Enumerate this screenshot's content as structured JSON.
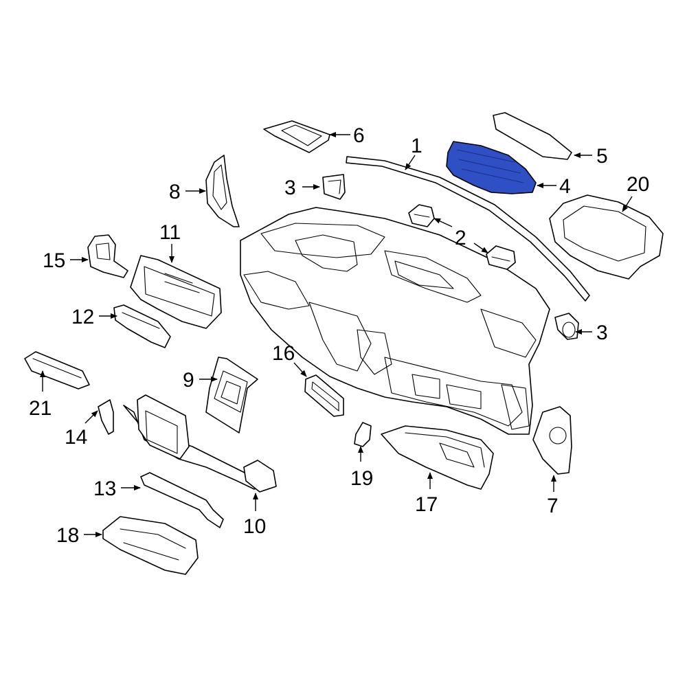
{
  "diagram": {
    "colors": {
      "background": "#ffffff",
      "line": "#000000",
      "highlight": "#2f4fc4"
    },
    "highlighted_part": "4",
    "callouts": {
      "c1": "1",
      "c2": "2",
      "c3a": "3",
      "c3b": "3",
      "c4": "4",
      "c5": "5",
      "c6": "6",
      "c7": "7",
      "c8": "8",
      "c9": "9",
      "c10": "10",
      "c11": "11",
      "c12": "12",
      "c13": "13",
      "c14": "14",
      "c15": "15",
      "c16": "16",
      "c17": "17",
      "c18": "18",
      "c19": "19",
      "c20": "20",
      "c21": "21"
    }
  }
}
